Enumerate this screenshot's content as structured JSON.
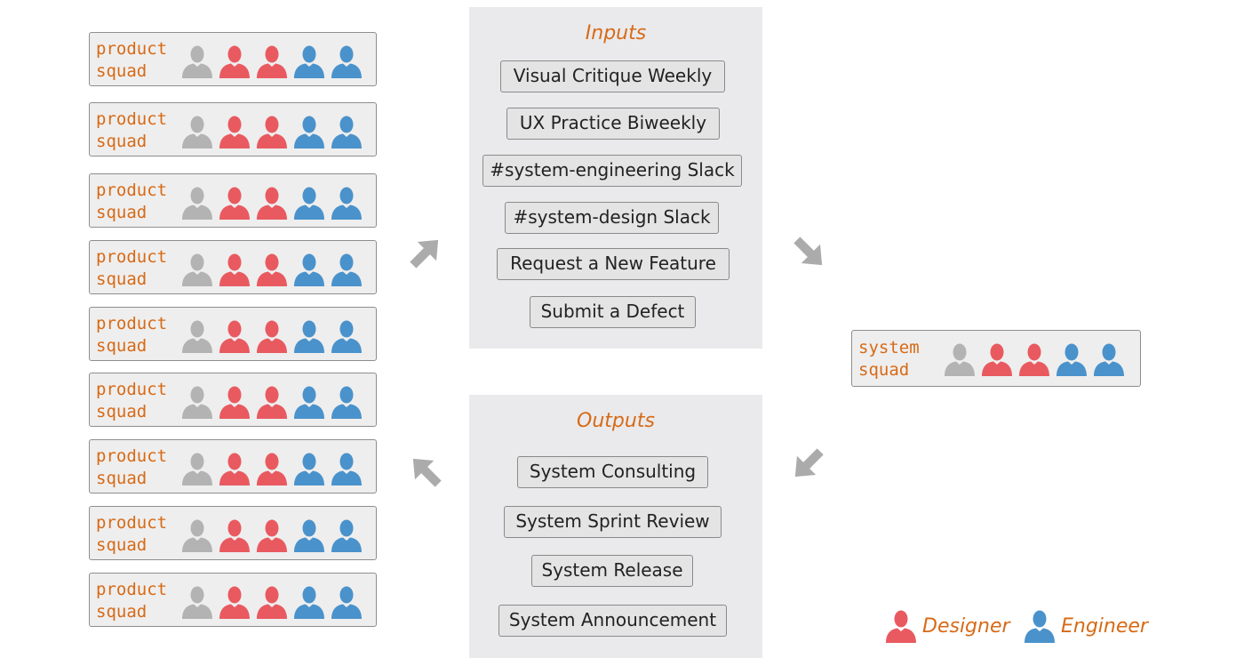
{
  "colors": {
    "label": "#d76a16",
    "neutral": "#b3b3b3",
    "designer": "#e85a60",
    "engineer": "#4a92cb",
    "arrow": "#ababab"
  },
  "squad_member_roles": [
    "neutral",
    "designer",
    "designer",
    "engineer",
    "engineer"
  ],
  "product_squads": [
    {
      "label": "product\nsquad"
    },
    {
      "label": "product\nsquad"
    },
    {
      "label": "product\nsquad"
    },
    {
      "label": "product\nsquad"
    },
    {
      "label": "product\nsquad"
    },
    {
      "label": "product\nsquad"
    },
    {
      "label": "product\nsquad"
    },
    {
      "label": "product\nsquad"
    },
    {
      "label": "product\nsquad"
    }
  ],
  "system_squad": {
    "label": "system\nsquad"
  },
  "inputs": {
    "title": "Inputs",
    "items": [
      "Visual Critique Weekly",
      "UX Practice Biweekly",
      "#system-engineering Slack",
      "#system-design Slack",
      "Request a New Feature",
      "Submit a Defect"
    ]
  },
  "outputs": {
    "title": "Outputs",
    "items": [
      "System Consulting",
      "System Sprint Review",
      "System Release",
      "System Announcement"
    ]
  },
  "legend": {
    "designer": "Designer",
    "engineer": "Engineer"
  },
  "arrows": [
    {
      "name": "arrow-to-inputs-icon",
      "direction": "up-right"
    },
    {
      "name": "arrow-to-system-squad-icon",
      "direction": "down-right"
    },
    {
      "name": "arrow-to-outputs-icon",
      "direction": "down-left"
    },
    {
      "name": "arrow-to-product-squads-icon",
      "direction": "up-left"
    }
  ]
}
